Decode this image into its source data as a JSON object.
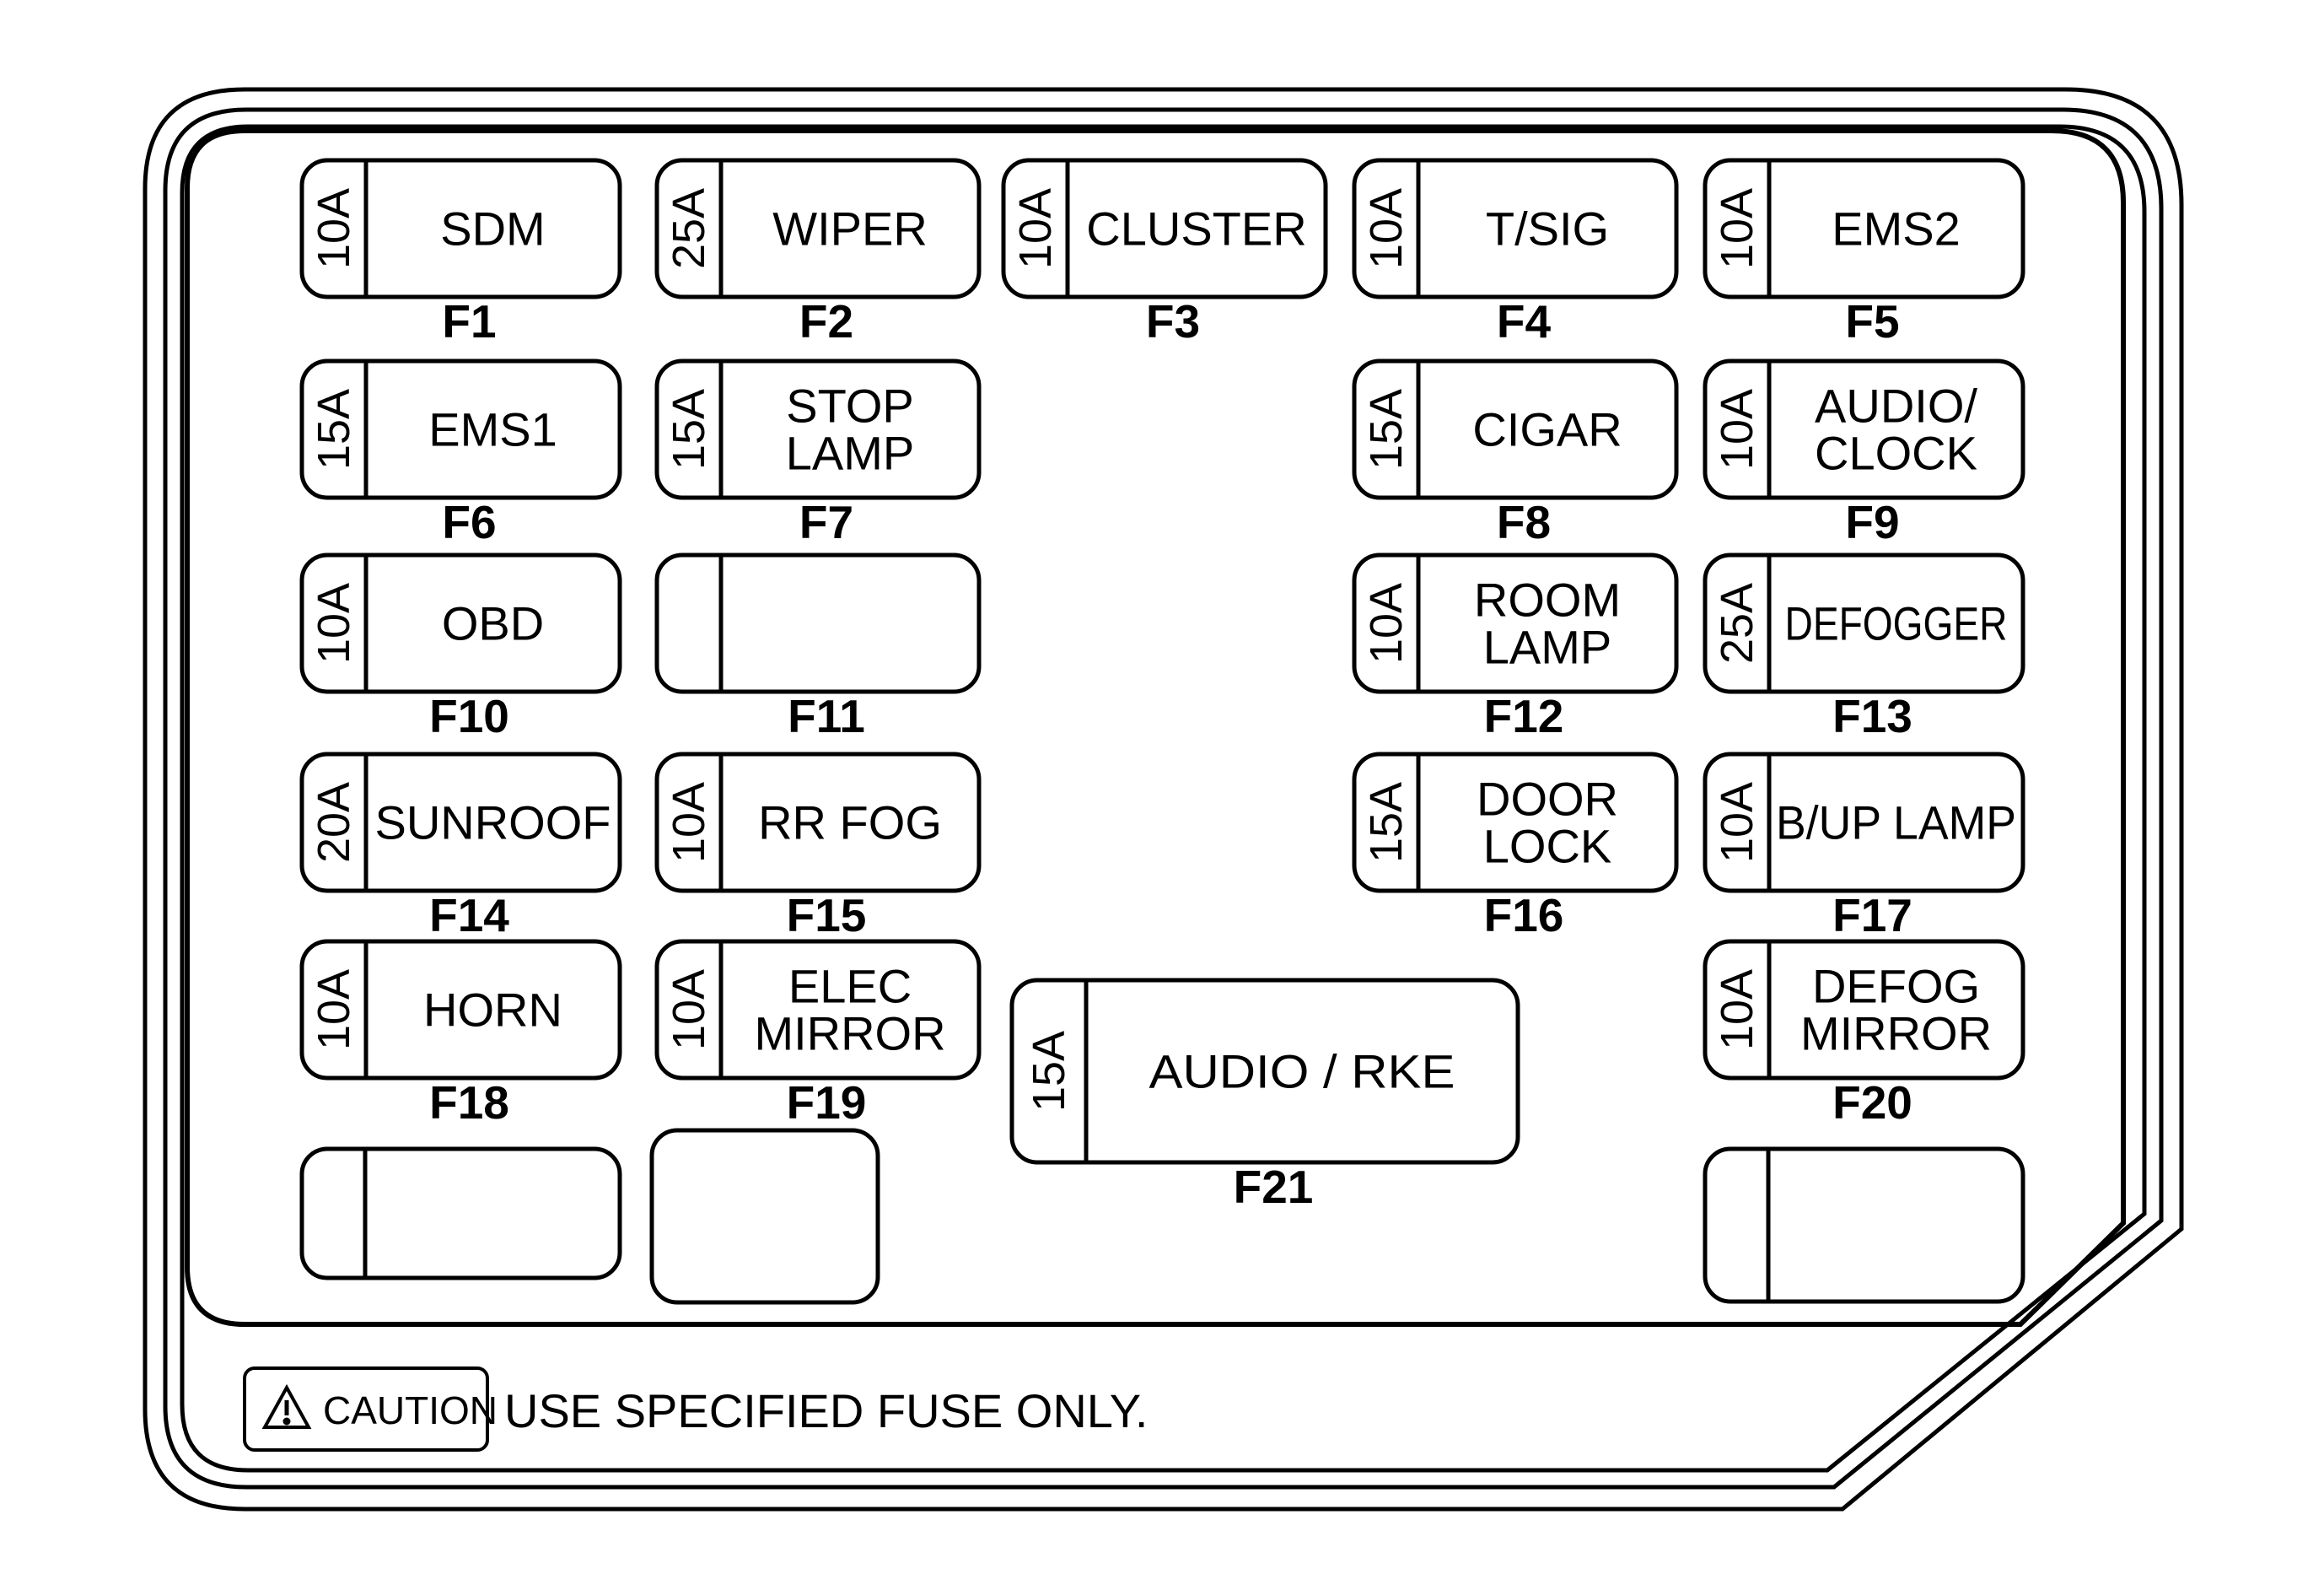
{
  "caution": {
    "word": "CAUTION",
    "text": "USE SPECIFIED FUSE ONLY."
  },
  "fuses": [
    {
      "id": "F1",
      "rating": "10A",
      "label": [
        "SDM"
      ]
    },
    {
      "id": "F2",
      "rating": "25A",
      "label": [
        "WIPER"
      ]
    },
    {
      "id": "F3",
      "rating": "10A",
      "label": [
        "CLUSTER"
      ]
    },
    {
      "id": "F4",
      "rating": "10A",
      "label": [
        "T/SIG"
      ]
    },
    {
      "id": "F5",
      "rating": "10A",
      "label": [
        "EMS2"
      ]
    },
    {
      "id": "F6",
      "rating": "15A",
      "label": [
        "EMS1"
      ]
    },
    {
      "id": "F7",
      "rating": "15A",
      "label": [
        "STOP",
        "LAMP"
      ]
    },
    {
      "id": "F8",
      "rating": "15A",
      "label": [
        "CIGAR"
      ]
    },
    {
      "id": "F9",
      "rating": "10A",
      "label": [
        "AUDIO/",
        "CLOCK"
      ]
    },
    {
      "id": "F10",
      "rating": "10A",
      "label": [
        "OBD"
      ]
    },
    {
      "id": "F11",
      "rating": "",
      "label": []
    },
    {
      "id": "F12",
      "rating": "10A",
      "label": [
        "ROOM",
        "LAMP"
      ]
    },
    {
      "id": "F13",
      "rating": "25A",
      "label": [
        "DEFOGGER"
      ]
    },
    {
      "id": "F14",
      "rating": "20A",
      "label": [
        "SUNROOF"
      ]
    },
    {
      "id": "F15",
      "rating": "10A",
      "label": [
        "RR FOG"
      ]
    },
    {
      "id": "F16",
      "rating": "15A",
      "label": [
        "DOOR",
        "LOCK"
      ]
    },
    {
      "id": "F17",
      "rating": "10A",
      "label": [
        "B/UP LAMP"
      ]
    },
    {
      "id": "F18",
      "rating": "10A",
      "label": [
        "HORN"
      ]
    },
    {
      "id": "F19",
      "rating": "10A",
      "label": [
        "ELEC",
        "MIRROR"
      ]
    },
    {
      "id": "F20",
      "rating": "10A",
      "label": [
        "DEFOG",
        "MIRROR"
      ]
    },
    {
      "id": "F21",
      "rating": "15A",
      "label": [
        "AUDIO / RKE"
      ]
    }
  ]
}
